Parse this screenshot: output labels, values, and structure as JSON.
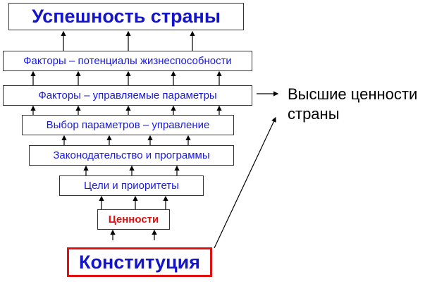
{
  "levels": {
    "success": "Успешность страны",
    "potentials": "Факторы – потенциалы жизнеспособности",
    "managed": "Факторы – управляемые параметры",
    "choice": "Выбор параметров – управление",
    "legislation": "Законодательство и программы",
    "goals": "Цели и приоритеты",
    "values": "Ценности",
    "constitution": "Конституция"
  },
  "side_label": "Высшие ценности страны",
  "colors": {
    "text_blue": "#1a1adc",
    "accent_red": "#e01010"
  }
}
